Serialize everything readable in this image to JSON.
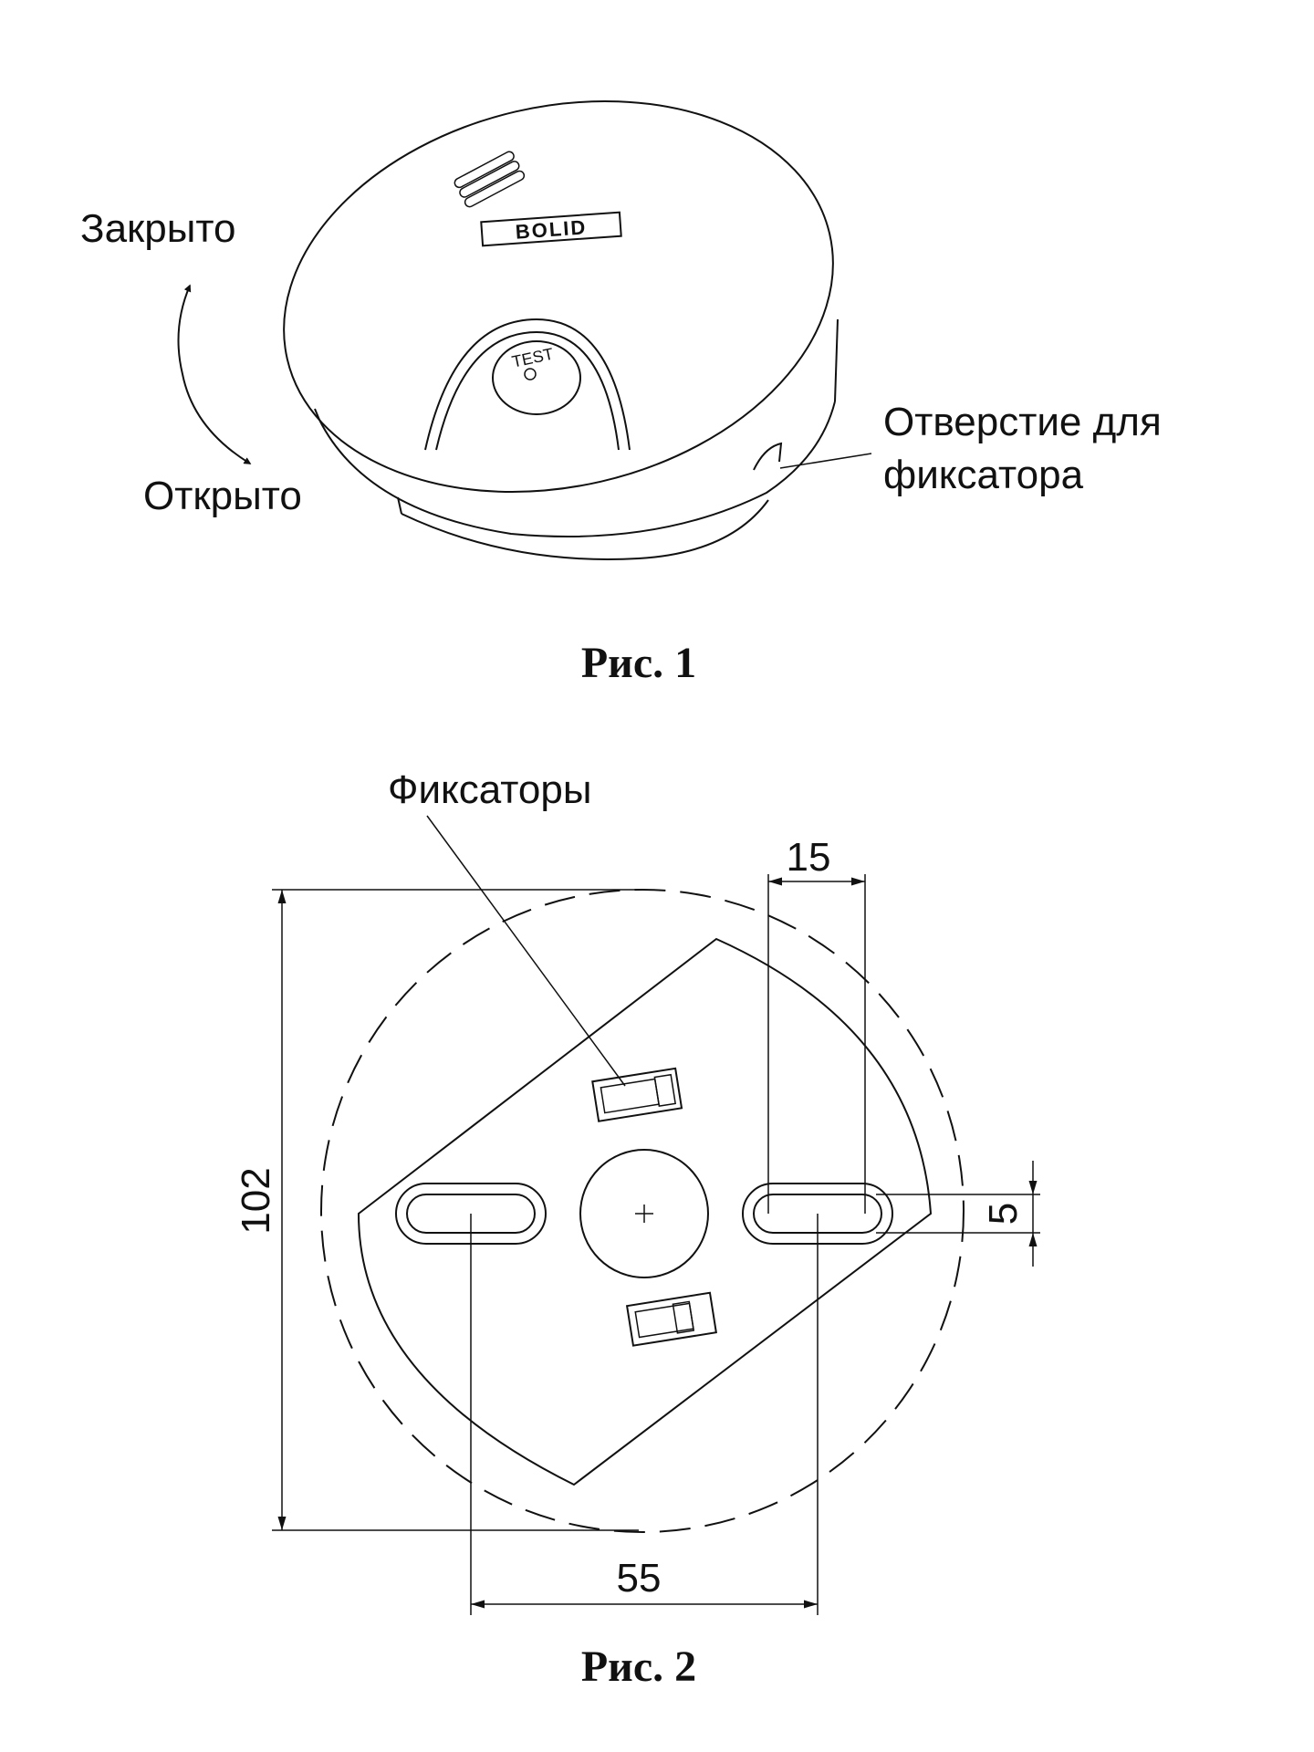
{
  "figure1": {
    "label_closed": "Закрыто",
    "label_open": "Открыто",
    "label_hole_line1": "Отверстие для",
    "label_hole_line2": "фиксатора",
    "test_text": "TEST",
    "logo_text": "BOLID",
    "caption": "Рис. 1"
  },
  "figure2": {
    "label_latches": "Фиксаторы",
    "dim_slot_length": "15",
    "dim_slot_width": "5",
    "dim_diameter": "102",
    "dim_spacing": "55",
    "caption": "Рис. 2"
  }
}
